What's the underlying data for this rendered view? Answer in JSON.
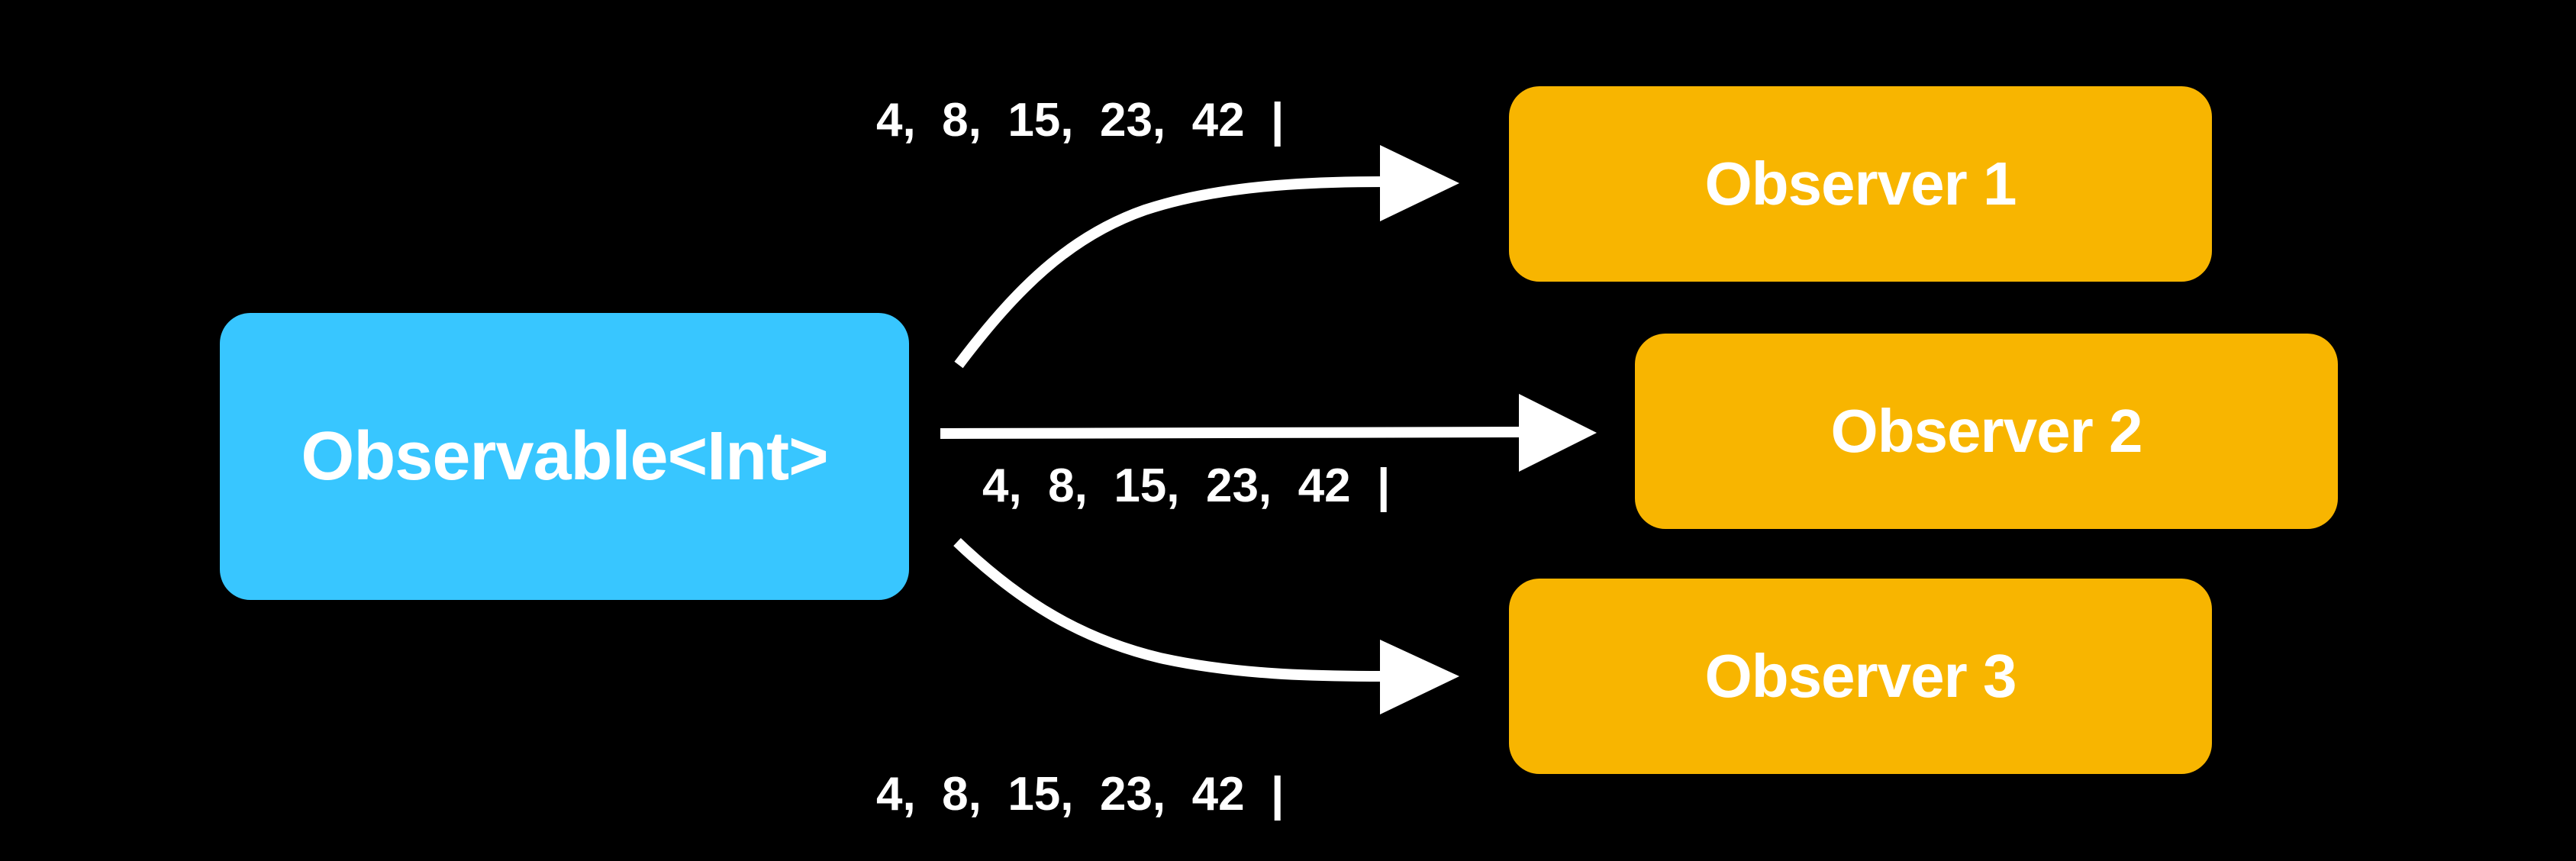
{
  "colors": {
    "background": "#000000",
    "source_fill": "#38C6FF",
    "observer_fill": "#F8B500",
    "arrow": "#FFFFFF",
    "text": "#FFFFFF"
  },
  "source": {
    "label": "Observable<Int>"
  },
  "observers": [
    {
      "label": "Observer 1"
    },
    {
      "label": "Observer 2"
    },
    {
      "label": "Observer 3"
    }
  ],
  "sequences": [
    {
      "text": "4,  8,  15,  23,  42  |"
    },
    {
      "text": "4,  8,  15,  23,  42  |"
    },
    {
      "text": "4,  8,  15,  23,  42  |"
    }
  ]
}
